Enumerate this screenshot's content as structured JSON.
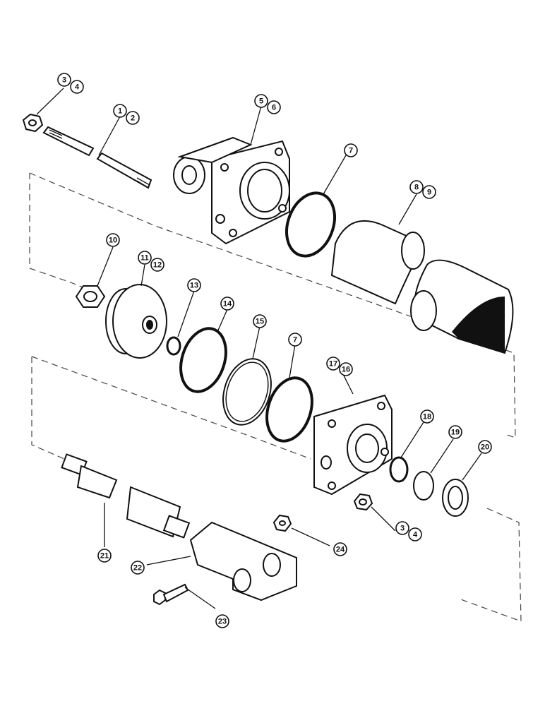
{
  "diagram": {
    "callouts": [
      {
        "id": "c3a",
        "label": "3"
      },
      {
        "id": "c4a",
        "label": "4"
      },
      {
        "id": "c1",
        "label": "1"
      },
      {
        "id": "c2",
        "label": "2"
      },
      {
        "id": "c5",
        "label": "5"
      },
      {
        "id": "c6",
        "label": "6"
      },
      {
        "id": "c7a",
        "label": "7"
      },
      {
        "id": "c8",
        "label": "8"
      },
      {
        "id": "c9",
        "label": "9"
      },
      {
        "id": "c10",
        "label": "10"
      },
      {
        "id": "c11",
        "label": "11"
      },
      {
        "id": "c12",
        "label": "12"
      },
      {
        "id": "c13",
        "label": "13"
      },
      {
        "id": "c14",
        "label": "14"
      },
      {
        "id": "c15",
        "label": "15"
      },
      {
        "id": "c7b",
        "label": "7"
      },
      {
        "id": "c17",
        "label": "17"
      },
      {
        "id": "c16",
        "label": "16"
      },
      {
        "id": "c18",
        "label": "18"
      },
      {
        "id": "c19",
        "label": "19"
      },
      {
        "id": "c20",
        "label": "20"
      },
      {
        "id": "c3b",
        "label": "3"
      },
      {
        "id": "c4b",
        "label": "4"
      },
      {
        "id": "c21",
        "label": "21"
      },
      {
        "id": "c22",
        "label": "22"
      },
      {
        "id": "c23",
        "label": "23"
      },
      {
        "id": "c24",
        "label": "24"
      }
    ]
  }
}
